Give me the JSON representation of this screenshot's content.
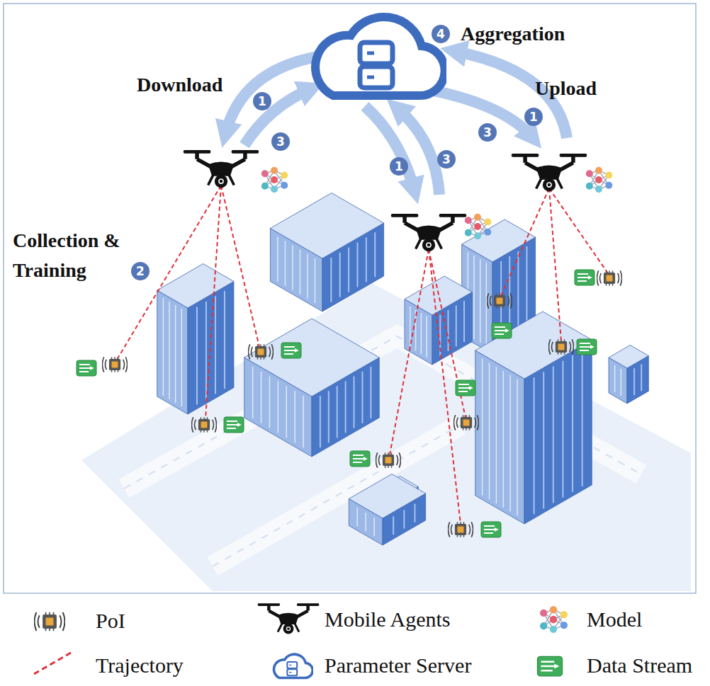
{
  "diagram": {
    "labels": [
      "4",
      "Aggregation",
      "Download",
      "1",
      "3",
      "Upload",
      "3",
      "1",
      "1",
      "3",
      "Collection & Training",
      "2"
    ],
    "legend": [
      {
        "text": "PoI"
      },
      {
        "text": "Mobile Agents"
      },
      {
        "text": "Model"
      },
      {
        "text": "Trajectory"
      },
      {
        "text": "Parameter Server"
      },
      {
        "text": "Data Stream"
      }
    ]
  }
}
